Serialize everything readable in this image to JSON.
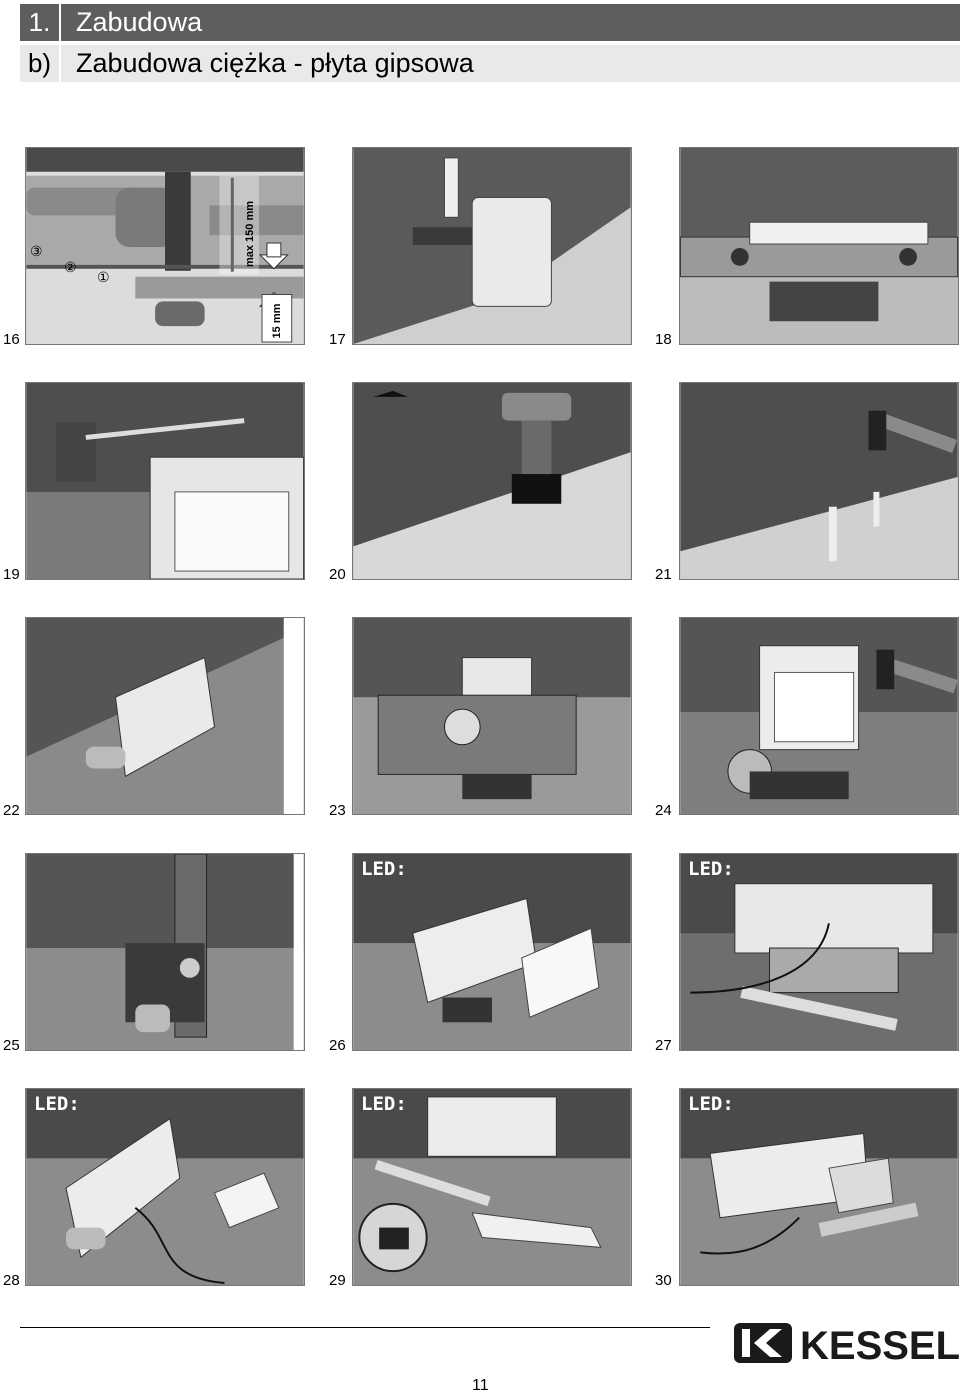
{
  "header": {
    "section_number": "1.",
    "section_title": "Zabudowa",
    "sub_number": "b)",
    "sub_title": "Zabudowa ciężka - płyta gipsowa"
  },
  "panels": [
    {
      "step": "16",
      "labels": [
        "max 150 mm",
        "15 mm",
        "③",
        "②",
        "①"
      ]
    },
    {
      "step": "17"
    },
    {
      "step": "18"
    },
    {
      "step": "19"
    },
    {
      "step": "20"
    },
    {
      "step": "21"
    },
    {
      "step": "22"
    },
    {
      "step": "23"
    },
    {
      "step": "24"
    },
    {
      "step": "25"
    },
    {
      "step": "26",
      "led": "LED:"
    },
    {
      "step": "27",
      "led": "LED:"
    },
    {
      "step": "28",
      "led": "LED:"
    },
    {
      "step": "29",
      "led": "LED:"
    },
    {
      "step": "30",
      "led": "LED:"
    }
  ],
  "footer": {
    "page_number": "11",
    "brand": "KESSEL"
  }
}
